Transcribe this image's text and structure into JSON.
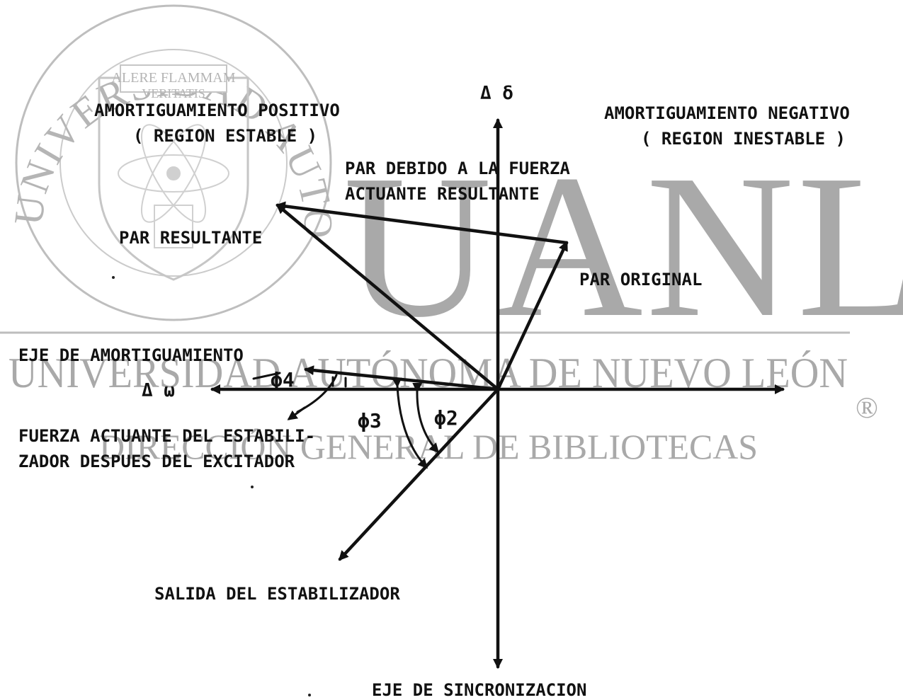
{
  "watermark": {
    "seal_text_top": "UNIVERSIDAD AUTONOMA DE NUEVO LEON",
    "seal_motto_1": "ALERE FLAMMAM",
    "seal_motto_2": "VERITATIS",
    "big_letters": "UANL",
    "university_line": "UNIVERSIDAD AUTÓNOMA DE NUEVO LEÓN",
    "registered_mark": "®",
    "library_line": "DIRECCIÓN GENERAL DE BIBLIOTECAS",
    "color": "#a9a9a9"
  },
  "diagram": {
    "region_positive_line1": "AMORTIGUAMIENTO POSITIVO",
    "region_positive_line2": "( REGION ESTABLE )",
    "region_negative_line1": "AMORTIGUAMIENTO NEGATIVO",
    "region_negative_line2": "( REGION INESTABLE )",
    "axis_delta_delta": "Δ δ",
    "axis_delta_omega": "Δ ω",
    "axis_damping": "EJE DE AMORTIGUAMIENTO",
    "axis_sync": "EJE DE SINCRONIZACION",
    "par_debido_line1": "PAR DEBIDO A LA FUERZA",
    "par_debido_line2": "ACTUANTE RESULTANTE",
    "par_resultante": "PAR RESULTANTE",
    "par_original": "PAR ORIGINAL",
    "fuerza_line1": "FUERZA ACTUANTE DEL ESTABILI-",
    "fuerza_line2": "ZADOR DESPUES DEL EXCITADOR",
    "salida": "SALIDA DEL ESTABILIZADOR",
    "phi2": "ϕ2",
    "phi3": "ϕ3",
    "phi4": "ϕ4",
    "ink_color": "#111111"
  }
}
